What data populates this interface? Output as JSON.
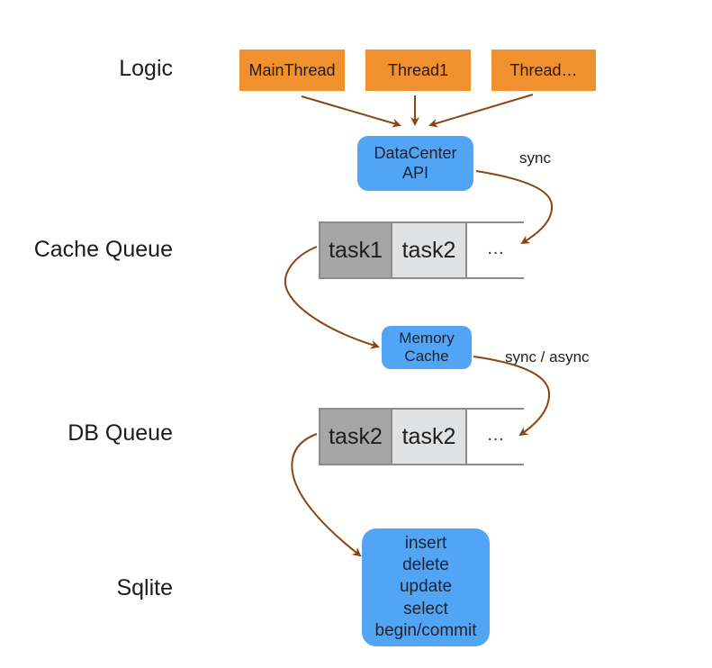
{
  "layers": {
    "logic": "Logic",
    "cache_queue": "Cache Queue",
    "db_queue": "DB Queue",
    "sqlite": "Sqlite"
  },
  "threads": [
    "MainThread",
    "Thread1",
    "Thread…"
  ],
  "datacenter": {
    "line1": "DataCenter",
    "line2": "API"
  },
  "cache_queue": {
    "cells": [
      "task1",
      "task2",
      "…"
    ]
  },
  "memory_cache": {
    "line1": "Memory",
    "line2": "Cache"
  },
  "db_queue": {
    "cells": [
      "task2",
      "task2",
      "…"
    ]
  },
  "sqlite_ops": [
    "insert",
    "delete",
    "update",
    "select",
    "begin/commit"
  ],
  "edges": {
    "datacenter_to_cache_queue": "sync",
    "memory_to_db_queue": "sync / async"
  },
  "colors": {
    "thread_box": "#f0902e",
    "component_box": "#52a5f5",
    "arrow": "#8b4513",
    "queue_head": "#a6a6a6",
    "queue_next": "#e0e1e3"
  }
}
